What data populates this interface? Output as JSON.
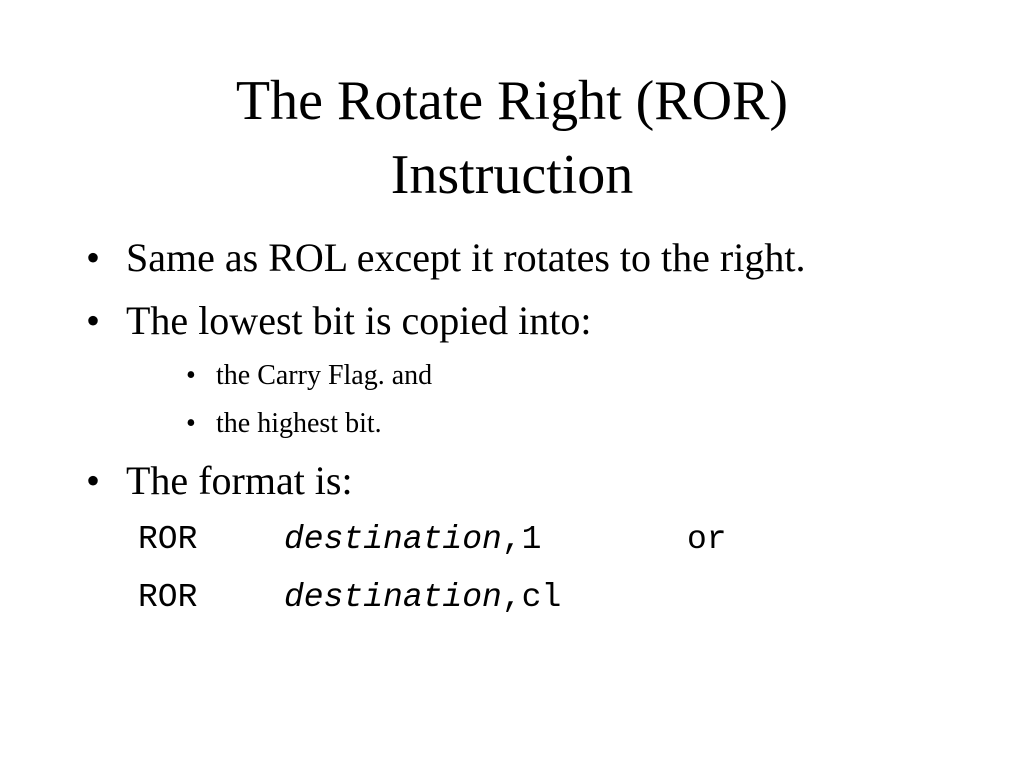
{
  "slide": {
    "title_line1": "The Rotate Right (ROR)",
    "title_line2": "Instruction",
    "bullet_glyph": "•",
    "bullets": [
      {
        "text": "Same as ROL except it rotates to the right."
      },
      {
        "text": "The lowest bit is copied into:"
      },
      {
        "text": "The format is:"
      }
    ],
    "sub_bullets": [
      {
        "text": "the Carry Flag. and"
      },
      {
        "text": "the highest bit."
      }
    ],
    "code_lines": [
      {
        "mnemonic": "ROR",
        "operand_italic": "destination",
        "operand_rest": ",1",
        "trailing": "or"
      },
      {
        "mnemonic": "ROR",
        "operand_italic": "destination",
        "operand_rest": ",cl",
        "trailing": ""
      }
    ]
  }
}
